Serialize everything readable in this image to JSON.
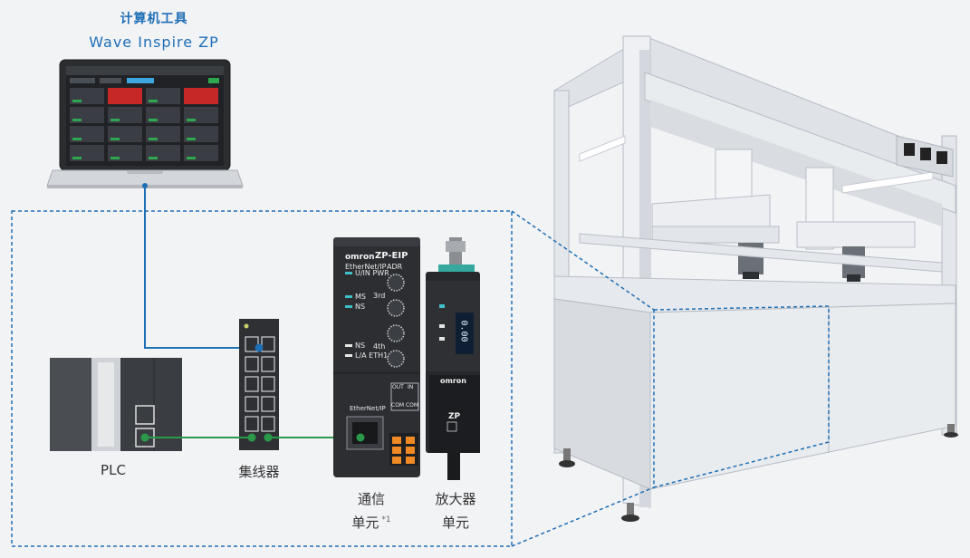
{
  "software": {
    "title": "计算机工具",
    "name": "Wave Inspire ZP"
  },
  "devices": {
    "plc": {
      "label": "PLC"
    },
    "hub": {
      "label": "集线器"
    },
    "comm_unit": {
      "label_line1": "通信",
      "label_line2": "单元",
      "note": "*1",
      "brand": "omron",
      "model": "ZP-EIP",
      "protocol": "EtherNet/IP",
      "port_label": "EtherNet/IP",
      "led_pwr": "U/IN PWR",
      "led_ms": "MS",
      "led_ns": "NS",
      "led_ns_status": "NS",
      "led_eth": "L/A ETH1",
      "adr": "ADR",
      "dial_3rd": "3rd",
      "dial_4th": "4th",
      "term_out": "OUT",
      "term_in": "IN",
      "term_com": "COM COM"
    },
    "amplifier": {
      "label_line1": "放大器",
      "label_line2": "单元",
      "brand": "omron",
      "model": "ZP",
      "display": "0.00"
    }
  },
  "colors": {
    "accent": "#1f6fb6",
    "ethernet_line": "#2a9a4a",
    "usb_line": "#1f6fb6",
    "dashed_border": "#1f6fb6"
  }
}
